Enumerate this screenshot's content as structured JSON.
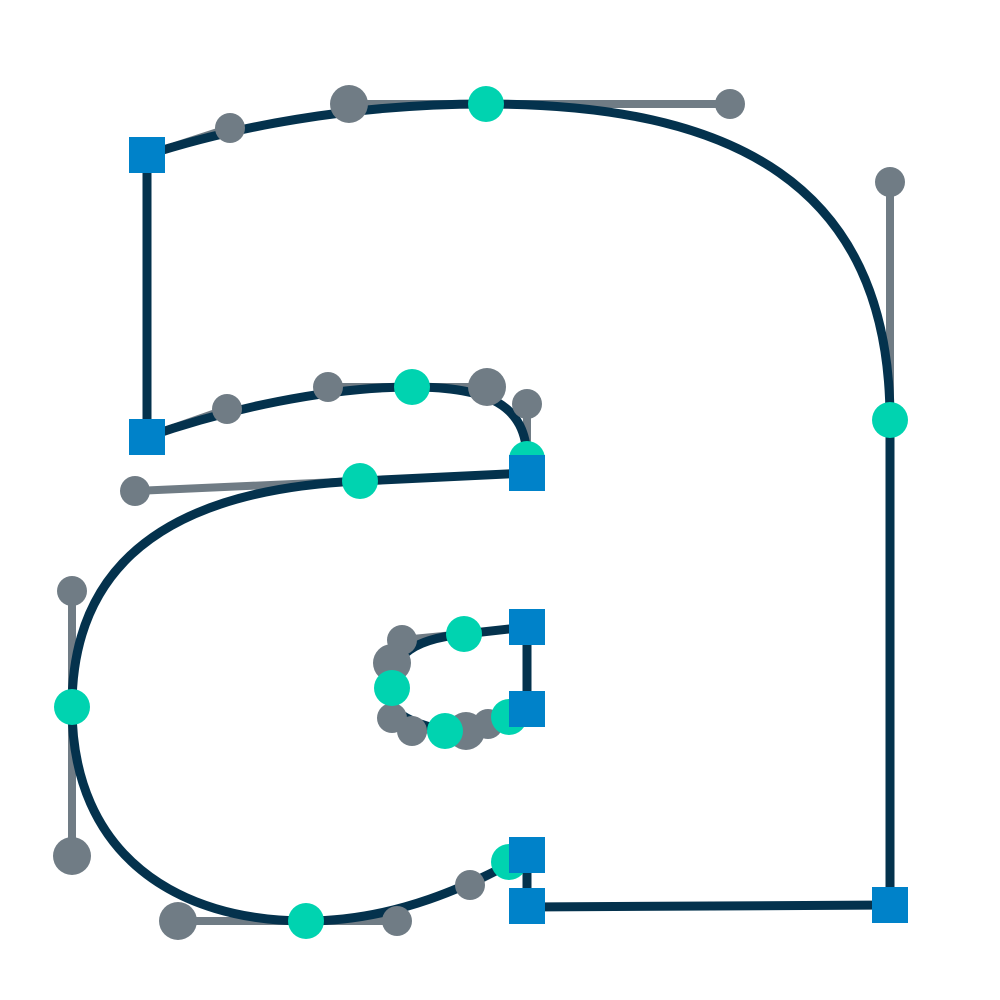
{
  "glyph": {
    "character": "a",
    "colors": {
      "background": "#ffffff",
      "outline_stroke": "#04324D",
      "handle_line": "#707C85",
      "handle_point": "#707C85",
      "smooth_point": "#00D3B0",
      "corner_point": "#0082C9"
    },
    "point_types": [
      "corner-point",
      "smooth-point",
      "handle-point"
    ]
  }
}
